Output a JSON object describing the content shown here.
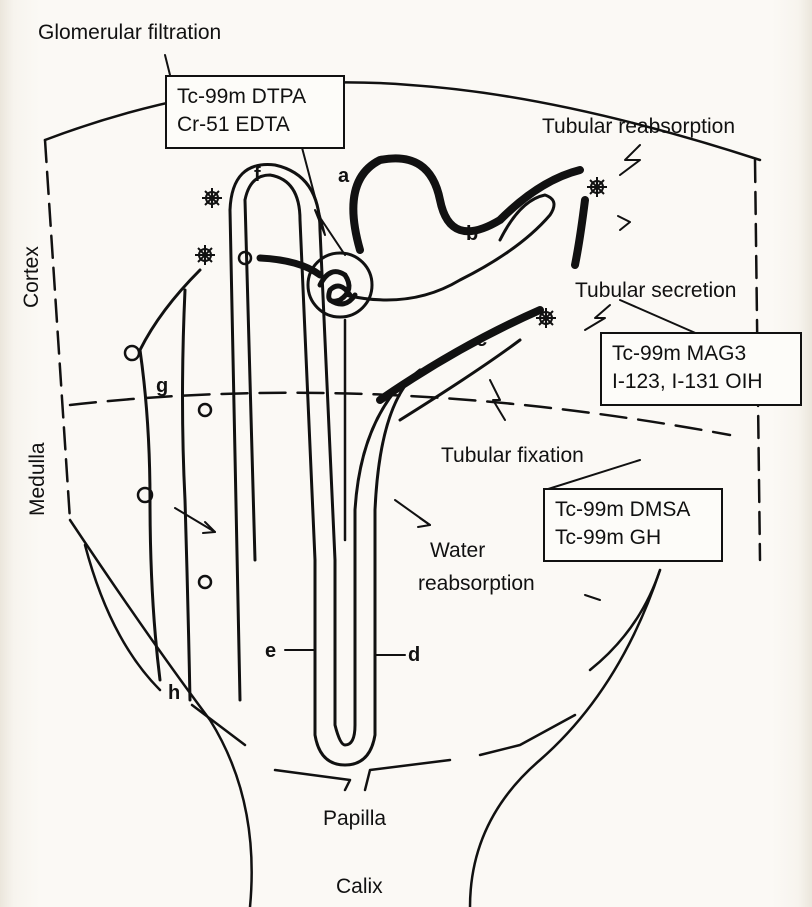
{
  "labels": {
    "glomerular_filtration": "Glomerular filtration",
    "tubular_reabsorption": "Tubular reabsorption",
    "tubular_secretion": "Tubular secretion",
    "tubular_fixation": "Tubular fixation",
    "water_reabsorption_1": "Water",
    "water_reabsorption_2": "reabsorption",
    "cortex": "Cortex",
    "medulla": "Medulla",
    "papilla": "Papilla",
    "calix": "Calix"
  },
  "boxes": {
    "filtration_agents": [
      "Tc-99m DTPA",
      "Cr-51 EDTA"
    ],
    "secretion_agents": [
      "Tc-99m MAG3",
      "I-123, I-131 OIH"
    ],
    "fixation_agents": [
      "Tc-99m DMSA",
      "Tc-99m GH"
    ]
  },
  "letters": {
    "a": "a",
    "b": "b",
    "c": "c",
    "d": "d",
    "e": "e",
    "f": "f",
    "g": "g",
    "h": "h"
  },
  "colors": {
    "ink": "#111111",
    "paper": "#fbf9f5"
  }
}
